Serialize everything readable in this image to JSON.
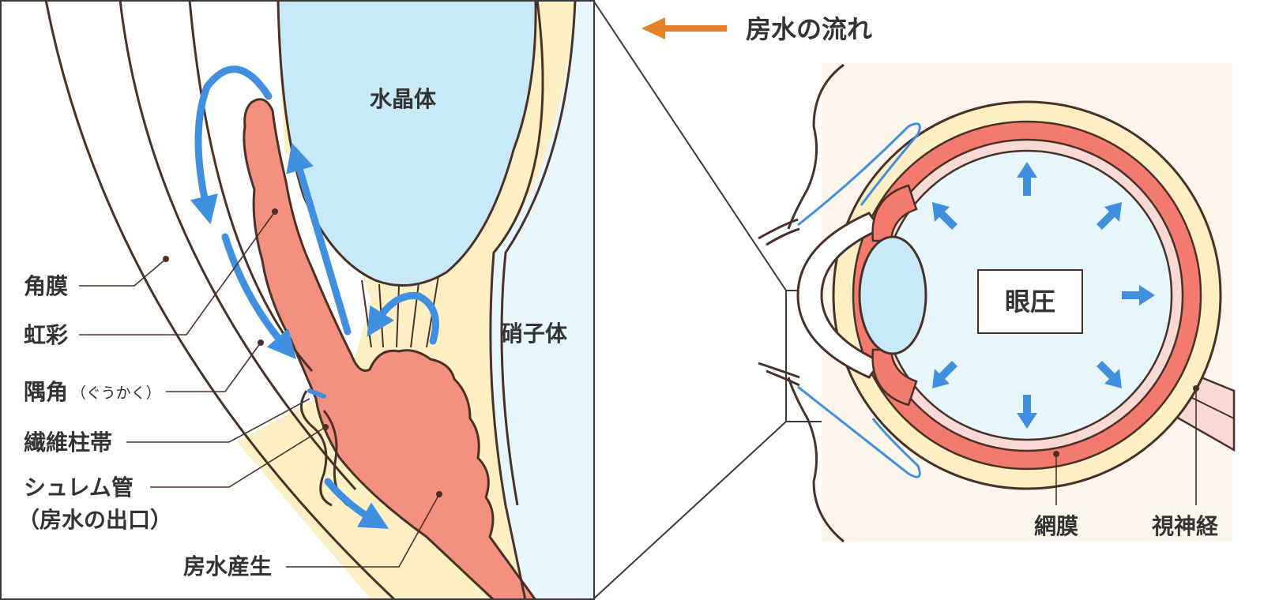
{
  "legend": {
    "label": "房水の流れ",
    "arrow_color": "#e8822a"
  },
  "detail": {
    "labels": {
      "lens": "水晶体",
      "vitreous": "硝子体",
      "cornea": "角膜",
      "iris": "虹彩",
      "angle": "隅角",
      "angle_reading": "（ぐうかく）",
      "trabecular": "繊維柱帯",
      "schlemm_line1": "シュレム管",
      "schlemm_line2": "（房水の出口）",
      "production": "房水産生"
    }
  },
  "eye": {
    "labels": {
      "iop": "眼圧",
      "retina": "網膜",
      "optic_nerve": "視神経"
    }
  },
  "colors": {
    "outline": "#4a3128",
    "iris": "#f4907f",
    "sclera": "#fdefc4",
    "lens": "#c8e9f8",
    "vitreous": "#e7f6fd",
    "flow_arrow": "#4190e0",
    "background_panel": "#fdf6ec"
  }
}
